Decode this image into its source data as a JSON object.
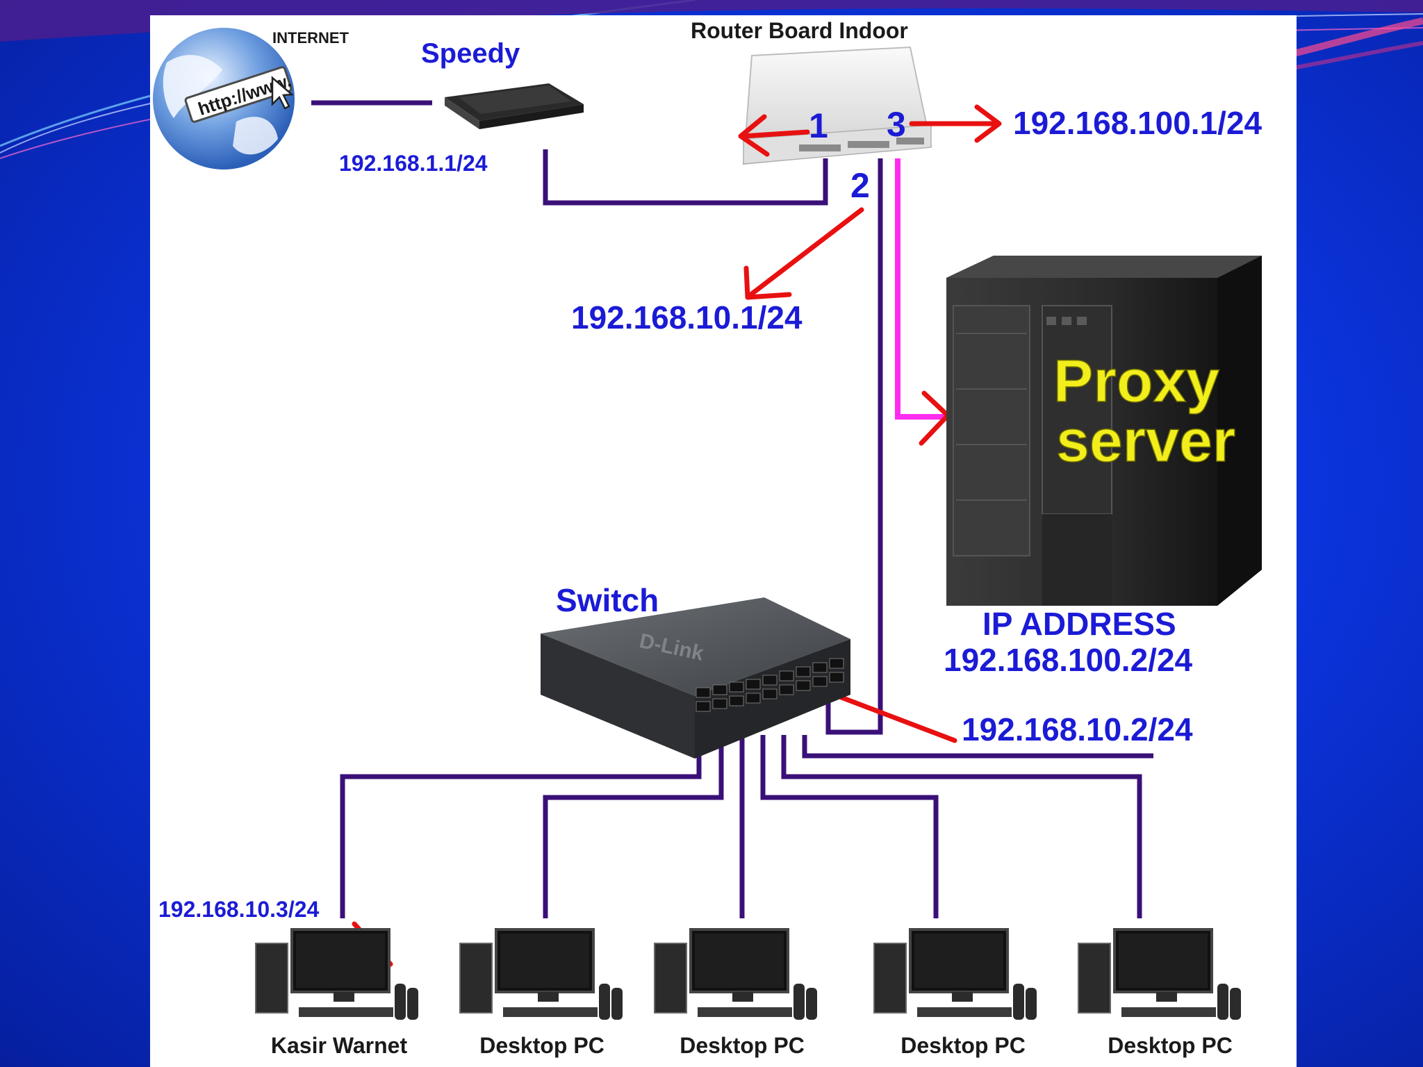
{
  "diagram": {
    "internet_label": "INTERNET",
    "internet_url": "http://www.",
    "speedy_label": "Speedy",
    "speedy_ip": "192.168.1.1/24",
    "router_label": "Router Board Indoor",
    "port1": "1",
    "port2": "2",
    "port3": "3",
    "port3_ip": "192.168.100.1/24",
    "port2_ip": "192.168.10.1/24",
    "proxy_line1": "Proxy",
    "proxy_line2": "server",
    "ip_address_title": "IP ADDRESS",
    "proxy_ip": "192.168.100.2/24",
    "switch_label": "Switch",
    "switch_brand": "D-Link",
    "switch_ip": "192.168.10.2/24",
    "kasir_ip": "192.168.10.3/24",
    "pcs": [
      "Kasir Warnet",
      "Desktop PC",
      "Desktop PC",
      "Desktop PC",
      "Desktop PC"
    ]
  },
  "colors": {
    "background": "#0b35e0",
    "cable": "#3a1078",
    "arrow": "#e81010",
    "proxy_cable": "#ff2cf0",
    "label_blue": "#1b1bd6",
    "proxy_text": "#f2ee1c"
  }
}
